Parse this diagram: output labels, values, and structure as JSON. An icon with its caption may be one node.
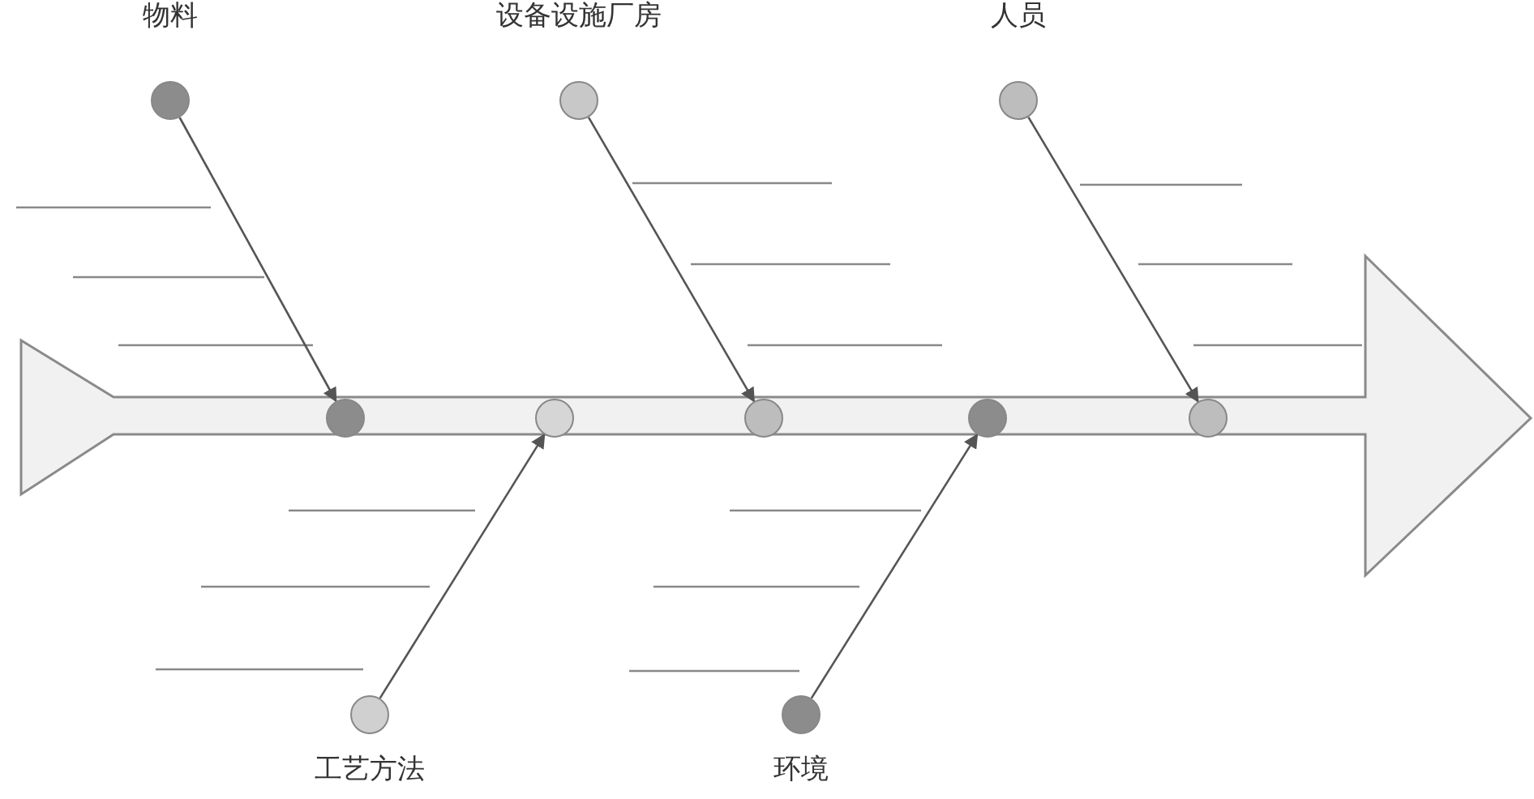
{
  "diagram": {
    "nodes": [
      {
        "text": [
          "物料"
        ]
      },
      {
        "text": [
          "设备设施厂房"
        ]
      },
      {
        "text": [
          "人员"
        ]
      },
      {
        "text": [
          "工艺方法"
        ]
      },
      {
        "text": [
          "环境"
        ]
      },
      {
        "text": [],
        "shape": "circle"
      },
      {
        "text": [],
        "shape": "circle"
      },
      {
        "text": [],
        "shape": "circle"
      },
      {
        "text": [],
        "shape": "circle"
      },
      {
        "text": [],
        "shape": "circle"
      }
    ],
    "edges": [
      {
        "from": 0,
        "to": 5,
        "arrow": "to"
      },
      {
        "from": 1,
        "to": 7,
        "arrow": "to"
      },
      {
        "from": 2,
        "to": 9,
        "arrow": "to"
      },
      {
        "from": 3,
        "to": 6,
        "arrow": "to"
      },
      {
        "from": 4,
        "to": 8,
        "arrow": "to"
      }
    ]
  }
}
